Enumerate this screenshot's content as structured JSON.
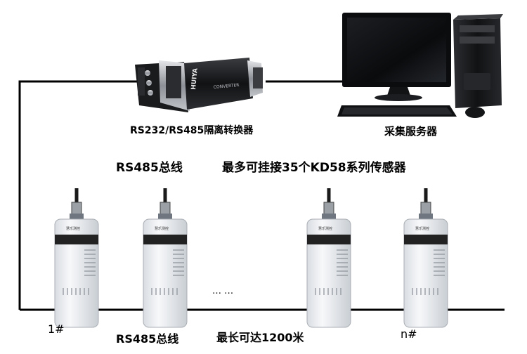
{
  "labels": {
    "converter": "RS232/RS485隔离转换器",
    "server": "采集服务器",
    "bus_top": "RS485总线",
    "capacity": "最多可挂接35个KD58系列传感器",
    "ellipsis": "… …",
    "node_first": "1#",
    "node_last": "n#",
    "bus_bottom": "RS485总线",
    "max_length": "最长可达1200米"
  },
  "device_text": {
    "converter_brand": "HUIYA",
    "converter_side": "CONVERTER",
    "sensor_brand": "慧乐测控"
  },
  "sensors": [
    {
      "id": "sensor-1"
    },
    {
      "id": "sensor-2"
    },
    {
      "id": "sensor-3"
    },
    {
      "id": "sensor-4"
    }
  ]
}
